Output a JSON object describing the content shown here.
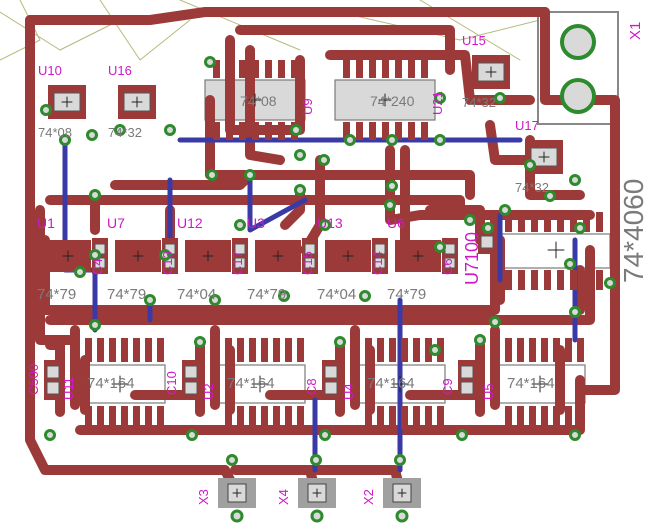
{
  "colors": {
    "trace": "#9c3a3a",
    "bottom_trace": "#3a3aa6",
    "pad": "#d9d9d9",
    "via_ring": "#2d8a2d",
    "outline": "#7a7a7a",
    "name_text": "#d018c8",
    "value_text": "#7a7a7a",
    "airwire": "#b8b87a"
  },
  "tiny_parts": [
    {
      "name": "U10",
      "value": "74*08"
    },
    {
      "name": "U16",
      "value": "74*32"
    },
    {
      "name": "U15",
      "value": "74*32"
    },
    {
      "name": "U17",
      "value": "74*32"
    }
  ],
  "top_ics": [
    {
      "name": "U9",
      "value": "74*08"
    },
    {
      "name": "U21",
      "value": "74*240"
    }
  ],
  "sot_row": [
    {
      "name": "U1",
      "value": "74*79"
    },
    {
      "name": "U7",
      "value": "74*79"
    },
    {
      "name": "U12",
      "value": "74*04"
    },
    {
      "name": "U3",
      "value": "74*79"
    },
    {
      "name": "U13",
      "value": "74*04"
    },
    {
      "name": "U6",
      "value": "74*79"
    }
  ],
  "sot_caps": [
    "C4",
    "C13",
    "C17",
    "C15",
    "C14",
    "C6"
  ],
  "side_chip": {
    "name": "U7100",
    "value": "74*4060"
  },
  "shift_regs": [
    {
      "name": "U11",
      "value": "74*164"
    },
    {
      "name": "U2",
      "value": "74*164"
    },
    {
      "name": "U4",
      "value": "74*164"
    },
    {
      "name": "U5",
      "value": "74*164"
    }
  ],
  "shift_caps": [
    "C500",
    "C10",
    "C8",
    "C9"
  ],
  "connectors": [
    "X3",
    "X4",
    "X2"
  ],
  "main_connector": "X1"
}
